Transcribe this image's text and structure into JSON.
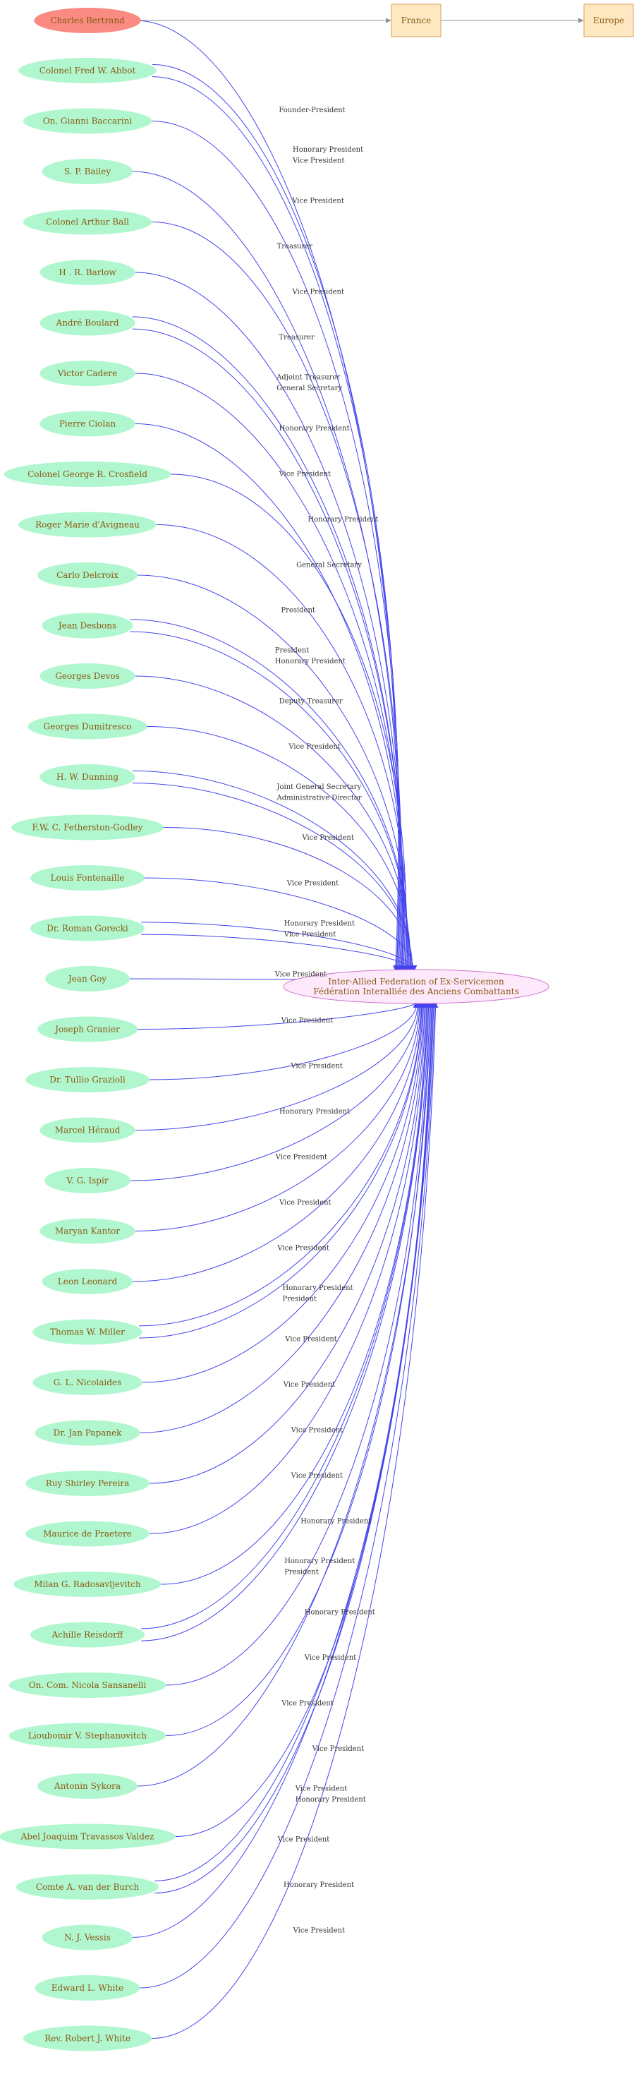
{
  "colors": {
    "person_fill": "#b0f7cf",
    "founder_fill": "#f98b82",
    "country_fill": "#fde8c2",
    "country_stroke": "#d8a25a",
    "org_fill": "#fde9fb",
    "org_stroke": "#d06fd0",
    "edge": "#4444ee",
    "chain_edge": "#909090",
    "node_text": "#8a5a12",
    "edge_text": "#333333"
  },
  "graph": {
    "founder": {
      "name": "Charles Bertrand",
      "relation": "Founder-President"
    },
    "countries": [
      "France",
      "Europe"
    ],
    "organization": {
      "line1": "Inter-Allied Federation of Ex-Servicemen",
      "line2": "Fédération Interalliée des Anciens Combattants"
    },
    "people": [
      {
        "name": "Colonel  Fred W. Abbot",
        "roles": [
          "Honorary President",
          "Vice President"
        ]
      },
      {
        "name": "On. Gianni Baccarini",
        "roles": [
          "Vice President"
        ]
      },
      {
        "name": "S. P. Bailey",
        "roles": [
          "Treasurer"
        ]
      },
      {
        "name": "Colonel  Arthur Ball",
        "roles": [
          "Vice President"
        ]
      },
      {
        "name": "H . R. Barlow",
        "roles": [
          "Treasurer"
        ]
      },
      {
        "name": "André Boulard",
        "roles": [
          "Adjoint Treasurer",
          "General Secretary"
        ]
      },
      {
        "name": "Victor Cadere",
        "roles": [
          "Honorary President"
        ]
      },
      {
        "name": "Pierre Ciolan",
        "roles": [
          "Vice President"
        ]
      },
      {
        "name": "Colonel  George R. Crosfield",
        "roles": [
          "Honorary President"
        ]
      },
      {
        "name": "Roger Marie d'Avigneau",
        "roles": [
          "General Secretary"
        ]
      },
      {
        "name": "Carlo Delcroix",
        "roles": [
          "President"
        ]
      },
      {
        "name": "Jean Desbons",
        "roles": [
          "President",
          "Honorary President"
        ]
      },
      {
        "name": "Georges Devos",
        "roles": [
          "Deputy Treasurer"
        ]
      },
      {
        "name": "Georges Dumitresco",
        "roles": [
          "Vice President"
        ]
      },
      {
        "name": "H. W. Dunning",
        "roles": [
          "Joint General Secretary",
          "Administrative Director"
        ]
      },
      {
        "name": "F.W. C. Fetherston-Godley",
        "roles": [
          "Vice President"
        ]
      },
      {
        "name": "Louis Fontenaille",
        "roles": [
          "Vice President"
        ]
      },
      {
        "name": "Dr. Roman Gorecki",
        "roles": [
          "Honorary President",
          "Vice President"
        ]
      },
      {
        "name": "Jean Goy",
        "roles": [
          "Vice President"
        ]
      },
      {
        "name": "Joseph Granier",
        "roles": [
          "Vice President"
        ]
      },
      {
        "name": "Dr. Tullio Grazioli",
        "roles": [
          "Vice President"
        ]
      },
      {
        "name": "Marcel Héraud",
        "roles": [
          "Honorary President"
        ]
      },
      {
        "name": "V. G. Ispir",
        "roles": [
          "Vice President"
        ]
      },
      {
        "name": "Maryan Kantor",
        "roles": [
          "Vice President"
        ]
      },
      {
        "name": "Leon Leonard",
        "roles": [
          "Vice President"
        ]
      },
      {
        "name": "Thomas W. Miller",
        "roles": [
          "Honorary President",
          "President"
        ]
      },
      {
        "name": "G. L. Nicolaides",
        "roles": [
          "Vice President"
        ]
      },
      {
        "name": "Dr. Jan Papanek",
        "roles": [
          "Vice President"
        ]
      },
      {
        "name": "Ruy Shirley Pereira",
        "roles": [
          "Vice President"
        ]
      },
      {
        "name": "Maurice de Praetere",
        "roles": [
          "Vice President"
        ]
      },
      {
        "name": "Milan G. Radosavljevitch",
        "roles": [
          "Honorary President"
        ]
      },
      {
        "name": "Achille Reisdorff",
        "roles": [
          "Honorary President",
          "President"
        ]
      },
      {
        "name": "On. Com. Nicola Sansanelli",
        "roles": [
          "Honorary President"
        ]
      },
      {
        "name": "Lioubomir V. Stephanovitch",
        "roles": [
          "Vice President"
        ]
      },
      {
        "name": "Antonin Sykora",
        "roles": [
          "Vice President"
        ]
      },
      {
        "name": "Abel Joaquim  Travassos Valdez",
        "roles": [
          "Vice President"
        ]
      },
      {
        "name": "Comte A.  van der Burch",
        "roles": [
          "Vice President",
          "Honorary President"
        ]
      },
      {
        "name": "N. J. Vessis",
        "roles": [
          "Vice President"
        ]
      },
      {
        "name": "Edward L. White",
        "roles": [
          "Honorary President"
        ]
      },
      {
        "name": "Rev. Robert J. White",
        "roles": [
          "Vice President"
        ]
      }
    ]
  }
}
